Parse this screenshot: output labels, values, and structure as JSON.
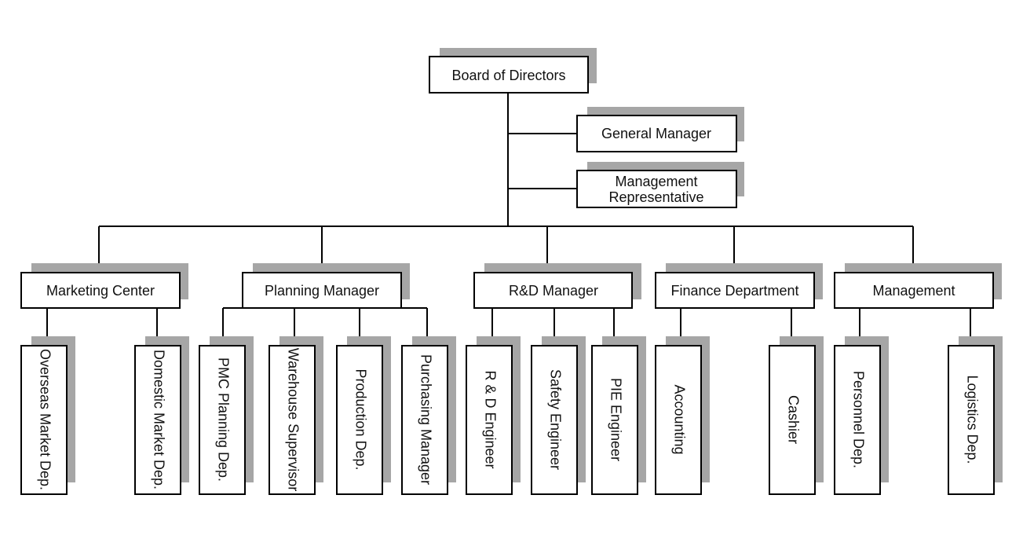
{
  "org_chart": {
    "root": {
      "label": "Board of Directors"
    },
    "staff": [
      {
        "label": "General Manager"
      },
      {
        "label": "Management Representative",
        "lines": [
          "Management",
          "Representative"
        ]
      }
    ],
    "departments": [
      {
        "label": "Marketing Center",
        "children": [
          "Overseas Market Dep.",
          "Domestic Market Dep."
        ]
      },
      {
        "label": "Planning Manager",
        "children": [
          "PMC Planning Dep.",
          "Warehouse Supervisor",
          "Production Dep.",
          "Purchasing Manager"
        ]
      },
      {
        "label": "R&D Manager",
        "children": [
          "R & D Engineer",
          "Safety Engineer",
          "PIE Engineer"
        ]
      },
      {
        "label": "Finance Department",
        "children": [
          "Accounting",
          "Cashier"
        ]
      },
      {
        "label": "Management",
        "children": [
          "Personnel Dep.",
          "Logistics Dep."
        ]
      }
    ]
  }
}
